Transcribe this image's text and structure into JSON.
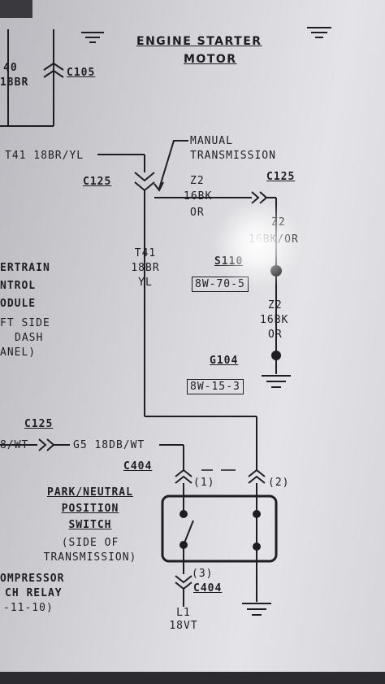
{
  "title": {
    "line1": "ENGINE STARTER",
    "line2": "MOTOR"
  },
  "connectors": {
    "c105": "C105",
    "c125_top_left": "C125",
    "c125_top_right": "C125",
    "c125_left": "C125",
    "c404_top": "C404",
    "c404_bottom": "C404"
  },
  "wires": {
    "left_top_a": "40",
    "left_top_b": "18BR",
    "t41_left": "T41 18BR/YL",
    "manual_a": "MANUAL",
    "manual_b": "TRANSMISSION",
    "z2_top_a": "Z2",
    "z2_top_b": "16BK",
    "z2_top_c": "OR",
    "z2_right_a": "Z2",
    "z2_right_b": "16BK/OR",
    "t41_mid_a": "T41",
    "t41_mid_b": "18BR",
    "t41_mid_c": "YL",
    "z2_lower_a": "Z2",
    "z2_lower_b": "16BK",
    "z2_lower_c": "OR",
    "left_wt": "8/WT",
    "g5": "G5 18DB/WT",
    "l1_a": "L1",
    "l1_b": "18VT"
  },
  "splices": {
    "s110": "S110",
    "s110_ref": "8W-70-5"
  },
  "grounds": {
    "g104": "G104",
    "g104_ref": "8W-15-3"
  },
  "modules": {
    "pcm": [
      "ERTRAIN",
      "NTROL",
      "ODULE",
      "FT SIDE",
      "DASH",
      "ANEL)"
    ],
    "compressor": [
      "OMPRESSOR",
      "CH RELAY",
      "-11-10)"
    ]
  },
  "switch": {
    "name": [
      "PARK/NEUTRAL",
      "POSITION",
      "SWITCH"
    ],
    "location": [
      "(SIDE OF",
      "TRANSMISSION)"
    ],
    "pin1": "(1)",
    "pin2": "(2)",
    "pin3": "(3)"
  }
}
